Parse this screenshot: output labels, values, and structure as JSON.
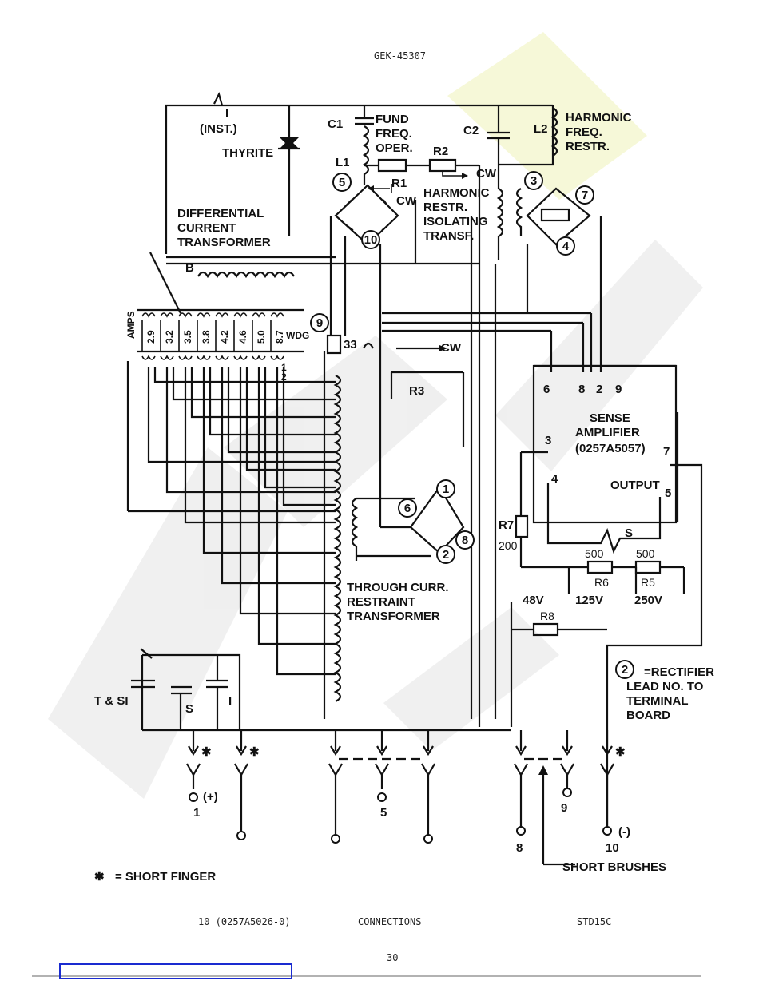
{
  "header": {
    "doc_number": "GEK-45307"
  },
  "footer": {
    "figure_ref": "10 (0257A5026-0)",
    "caption": "CONNECTIONS",
    "model": "STD15C",
    "page_number": "30"
  },
  "diagram": {
    "inst_label": "I",
    "inst_sub": "(INST.)",
    "thyrite": "THYRITE",
    "c1": "C1",
    "fund_lines": [
      "FUND",
      "FREQ.",
      "OPER."
    ],
    "l1": "L1",
    "r1": "R1",
    "r2": "R2",
    "cw": "CW",
    "c2": "C2",
    "l2": "L2",
    "harmonic_freq_lines": [
      "HARMONIC",
      "FREQ.",
      "RESTR."
    ],
    "harmonic_iso_lines": [
      "HARMONIC",
      "RESTR.",
      "ISOLATING",
      "TRANSF."
    ],
    "diff_ct_lines": [
      "DIFFERENTIAL",
      "CURRENT",
      "TRANSFORMER"
    ],
    "b_label": "B",
    "amps_label": "AMPS",
    "taps": [
      "2.9",
      "3.2",
      "3.5",
      "3.8",
      "4.2",
      "4.6",
      "5.0",
      "8.7"
    ],
    "wdg_label": "WDG",
    "wdg_1": "1",
    "wdg_2": "2",
    "relay_33": "33",
    "r3": "R3",
    "sense_amp_lines": [
      "SENSE",
      "AMPLIFIER",
      "(0257A5057)"
    ],
    "amp_terminals": [
      "6",
      "8",
      "2",
      "9"
    ],
    "amp_in_3": "3",
    "amp_in_4": "4",
    "amp_out_7": "7",
    "amp_out_5": "5",
    "output": "OUTPUT",
    "s": "S",
    "r7": "R7",
    "r7_value": "200",
    "r6": "R6",
    "r6_value": "500",
    "r5": "R5",
    "r5_value": "500",
    "volt_48": "48V",
    "volt_125": "125V",
    "volt_250": "250V",
    "r8": "R8",
    "through_lines": [
      "THROUGH CURR.",
      "RESTRAINT",
      "TRANSFORMER"
    ],
    "circled": [
      "5",
      "10",
      "3",
      "7",
      "4",
      "9",
      "1",
      "6",
      "8",
      "2"
    ],
    "ts_label": "T & SI",
    "s_contact": "S",
    "i_contact": "I",
    "rect_note_num": "2",
    "rect_note_lines": [
      "=RECTIFIER",
      "LEAD NO. TO",
      "TERMINAL",
      "BOARD"
    ],
    "terminal_1": "1",
    "terminal_1_sign": "(+)",
    "terminal_5": "5",
    "terminal_8": "8",
    "terminal_9": "9",
    "terminal_10": "10",
    "terminal_10_sign": "(-)",
    "short_finger": "= SHORT FINGER",
    "short_brushes": "SHORT BRUSHES"
  }
}
